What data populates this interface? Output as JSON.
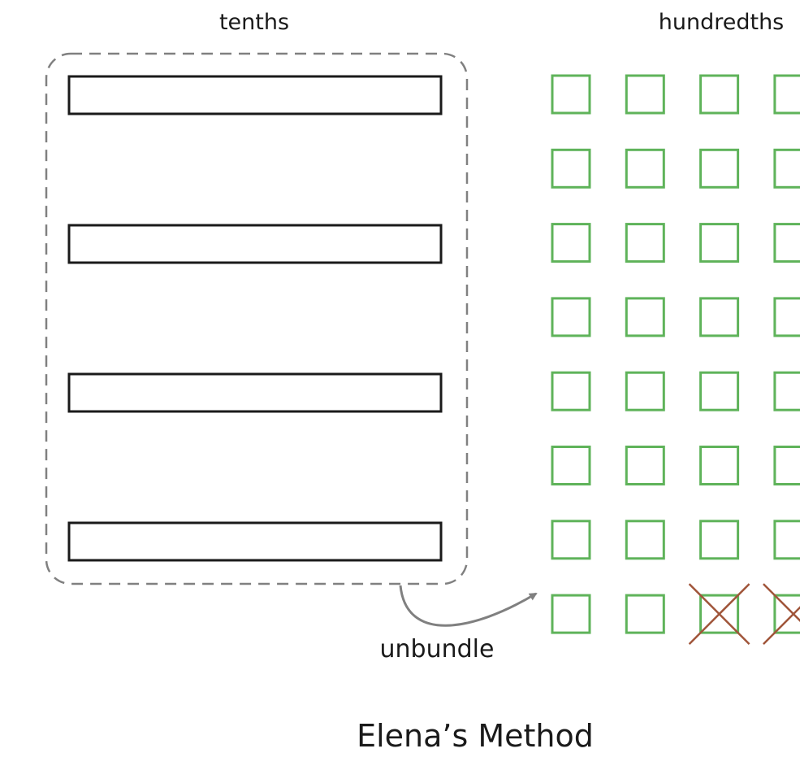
{
  "diagram": {
    "labels": {
      "tenths": "tenths",
      "hundredths": "hundredths",
      "unbundle": "unbundle",
      "caption": "Elena’s Method"
    },
    "tenths_bar_count": 4,
    "hundredths_grid": {
      "rows": 8,
      "visible_columns": 4,
      "crossed_out_in_last_row": 2
    },
    "colors": {
      "bar_stroke": "#1a1a1a",
      "square_stroke": "#5fb35a",
      "cross": "#a0553a",
      "group_border": "#808080",
      "arrow": "#808080",
      "text": "#1a1a1a"
    }
  }
}
